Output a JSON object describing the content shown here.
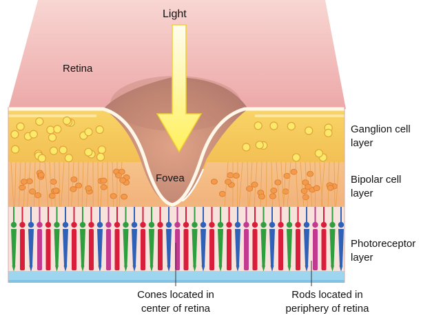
{
  "labels": {
    "light": "Light",
    "retina": "Retina",
    "fovea": "Fovea",
    "ganglion_line1": "Ganglion cell",
    "ganglion_line2": "layer",
    "bipolar_line1": "Bipolar cell",
    "bipolar_line2": "layer",
    "photo_line1": "Photoreceptor",
    "photo_line2": "layer",
    "cones_line1": "Cones located in",
    "cones_line2": "center of retina",
    "rods_line1": "Rods located in",
    "rods_line2": "periphery of retina"
  },
  "colors": {
    "retina_pink": "#f1b7b5",
    "fovea_brown": "#c58f79",
    "membrane": "#fff3df",
    "ganglion": "#f5c95a",
    "bipolar": "#f0a75a",
    "arrow_yellow": "#fff45a",
    "arrow_edge": "#f2cf2e",
    "rod_red": "#d81e3a",
    "rod_pink": "#c23a8f",
    "cone_green": "#2f9e3f",
    "cone_blue": "#2f62b6",
    "base_blue": "#9ed6ee"
  }
}
